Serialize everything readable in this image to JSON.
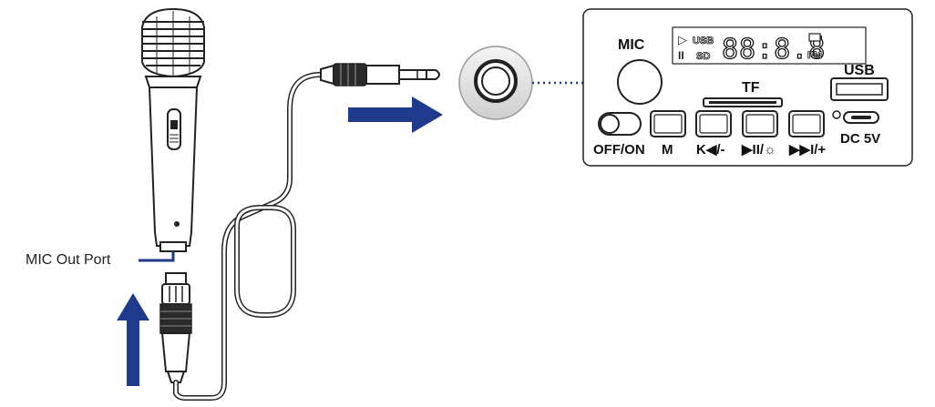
{
  "callout": {
    "mic_out_port": "MIC Out Port"
  },
  "panel": {
    "mic_label": "MIC",
    "tf_label": "TF",
    "usb_label": "USB",
    "power_label": "OFF/ON",
    "mode_label": "M",
    "prev_label": "K◀/-",
    "play_label": "▶II/☼",
    "next_label": "▶▶I/+",
    "dc_label": "DC 5V",
    "display": {
      "play_symbol": "▷",
      "pause_symbol": "II",
      "usb_indicator": "USB",
      "sd_indicator": "SD",
      "fm_indicator": "FM",
      "digits": "88:8.8"
    }
  },
  "colors": {
    "arrow": "#1f3a8c",
    "line": "#222222",
    "leader": "#1f3a8c"
  }
}
